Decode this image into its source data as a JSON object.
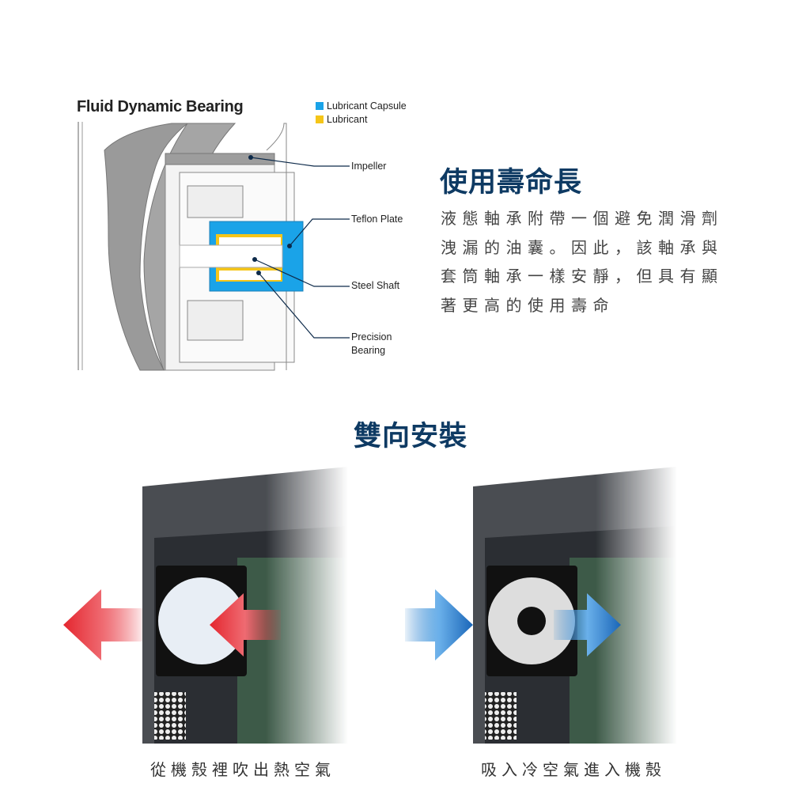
{
  "diagram": {
    "title": "Fluid Dynamic Bearing",
    "legend": [
      {
        "label": "Lubricant Capsule",
        "color": "#1aa3e8"
      },
      {
        "label": "Lubricant",
        "color": "#f5c518"
      }
    ],
    "callouts": {
      "impeller": "Impeller",
      "teflon_plate": "Teflon Plate",
      "steel_shaft": "Steel Shaft",
      "precision_bearing_line1": "Precision",
      "precision_bearing_line2": "Bearing"
    }
  },
  "feature": {
    "heading": "使用壽命長",
    "lines": [
      "液態軸承附帶一個避免潤滑劑",
      "洩漏的油囊。因此，該軸承與",
      "套筒軸承一樣安靜，但具有顯",
      "著更高的使用壽命"
    ]
  },
  "install": {
    "heading": "雙向安裝",
    "exhaust_caption": "從機殼裡吹出熱空氣",
    "intake_caption": "吸入冷空氣進入機殼"
  },
  "colors": {
    "navy": "#0e3a63",
    "exhaust": "#e8404a",
    "intake": "#1e78c8"
  }
}
